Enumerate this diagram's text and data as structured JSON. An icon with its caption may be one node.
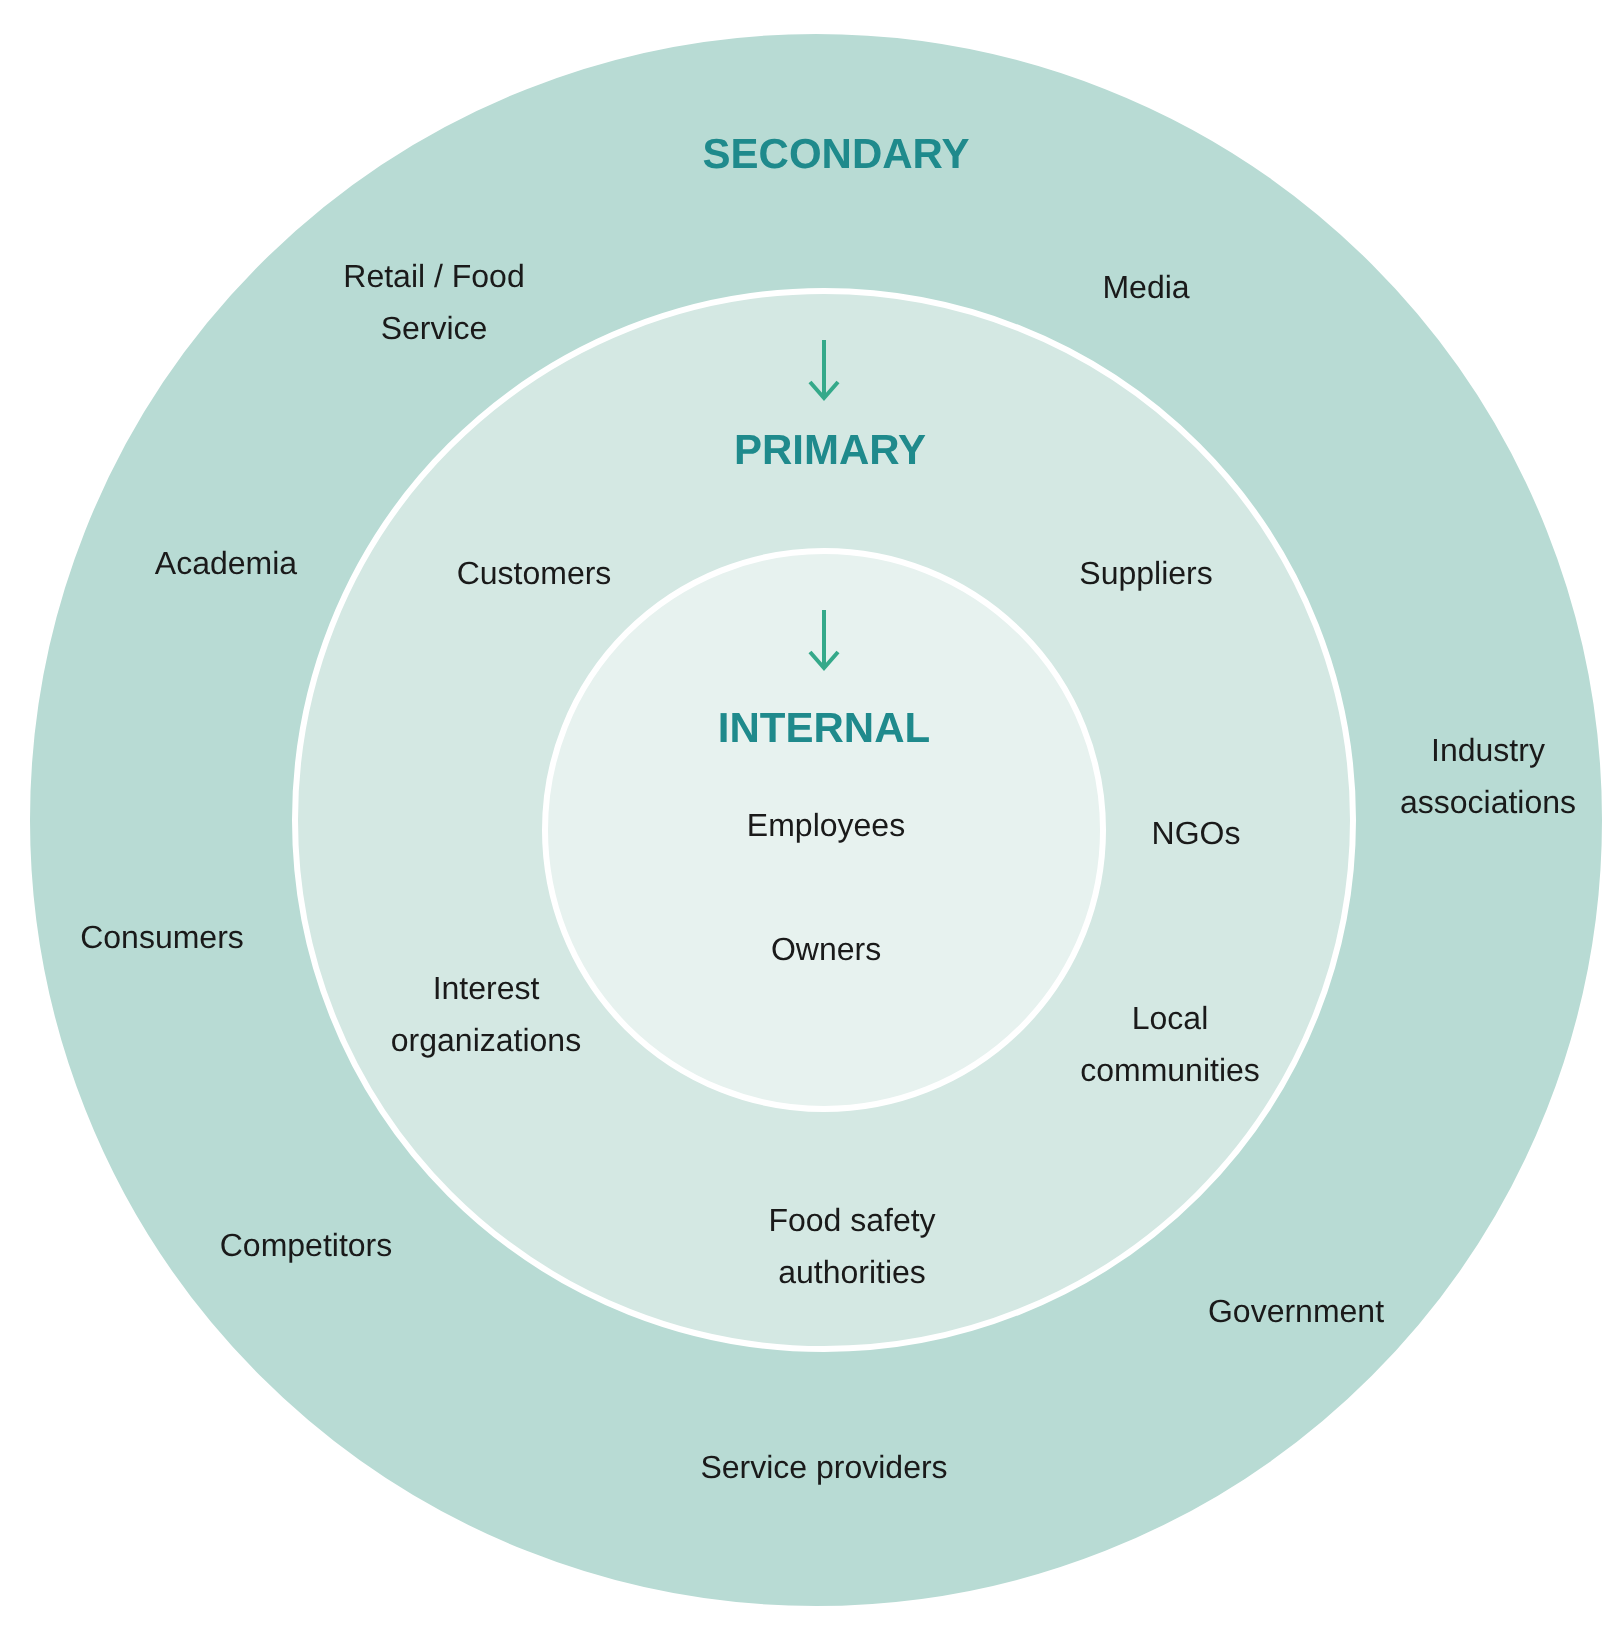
{
  "diagram": {
    "nodes": [
      {
        "text": [
          "SECONDARY"
        ]
      },
      {
        "text": [
          "PRIMARY"
        ],
        "in": 0
      },
      {
        "text": [
          "INTERNAL"
        ],
        "in": 1
      }
    ],
    "labels": [
      "Retail / Food Service",
      "Media",
      "Academia",
      "Customers",
      "Suppliers",
      "Industry associations",
      "Employees",
      "NGOs",
      "Consumers",
      "Owners",
      "Interest organizations",
      "Local communities",
      "Competitors",
      "Food safety authorities",
      "Government",
      "Service providers"
    ]
  }
}
